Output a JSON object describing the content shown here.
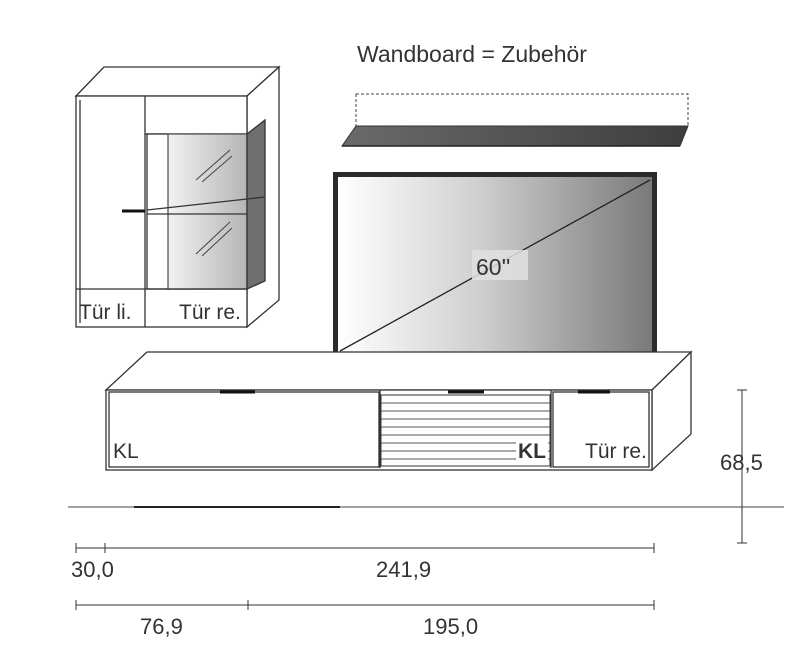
{
  "accessory_label": "Wandboard = Zubehör",
  "tv_label": "60''",
  "cabinet": {
    "left_door": "Tür li.",
    "right_door": "Tür re."
  },
  "lowboard": {
    "left_drawer": "KL",
    "center_drawer": "KL",
    "right_door": "Tür re."
  },
  "dimensions": {
    "height": "68,5",
    "row1_left": "30,0",
    "row1_right": "241,9",
    "row2_left": "76,9",
    "row2_right": "195,0"
  },
  "colors": {
    "line": "#333333",
    "shelf": "#555555",
    "tv_dark": "#2b2b2b",
    "glass": "#9a9a9a"
  }
}
